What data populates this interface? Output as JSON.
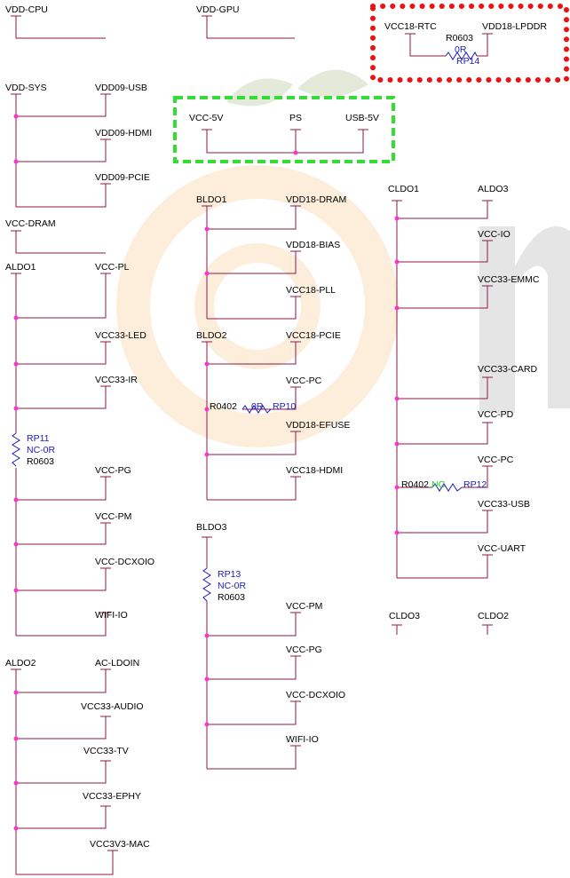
{
  "top": {
    "vdd_cpu": "VDD-CPU",
    "vdd_gpu": "VDD-GPU"
  },
  "rtc_box": {
    "vcc18_rtc": "VCC18-RTC",
    "r0603": "R0603",
    "r_val": "0R",
    "rp14": "RP14",
    "vdd18_lpddr": "VDD18-LPDDR"
  },
  "power_box": {
    "vcc5v": "VCC-5V",
    "ps": "PS",
    "usb5v": "USB-5V"
  },
  "sys": {
    "vdd_sys": "VDD-SYS",
    "vdd09_usb": "VDD09-USB",
    "vdd09_hdmi": "VDD09-HDMI",
    "vdd09_pcie": "VDD09-PCIE",
    "vcc_dram": "VCC-DRAM"
  },
  "aldo1": {
    "aldo1": "ALDO1",
    "vcc_pl": "VCC-PL",
    "vcc33_led": "VCC33-LED",
    "vcc33_ir": "VCC33-IR",
    "rp11": "RP11",
    "nc0r": "NC-0R",
    "r0603": "R0603",
    "vcc_pg": "VCC-PG",
    "vcc_pm": "VCC-PM",
    "vcc_dcxoio": "VCC-DCXOIO",
    "wifi_io": "WIFI-IO"
  },
  "aldo2": {
    "aldo2": "ALDO2",
    "ac_ldoin": "AC-LDOIN",
    "vcc33_audio": "VCC33-AUDIO",
    "vcc33_tv": "VCC33-TV",
    "vcc33_ephy": "VCC33-EPHY",
    "vcc3v3_mac": "VCC3V3-MAC"
  },
  "bldo1": {
    "bldo1": "BLDO1",
    "vdd18_dram": "VDD18-DRAM",
    "vdd18_bias": "VDD18-BIAS",
    "vcc18_pll": "VCC18-PLL"
  },
  "bldo2": {
    "bldo2": "BLDO2",
    "vcc18_pcie": "VCC18-PCIE",
    "vcc_pc": "VCC-PC",
    "r0402": "R0402",
    "r_val": "0R",
    "rp10": "RP10",
    "vdd18_efuse": "VDD18-EFUSE",
    "vcc18_hdmi": "VCC18-HDMI"
  },
  "bldo3": {
    "bldo3": "BLDO3",
    "rp13": "RP13",
    "nc0r": "NC-0R",
    "r0603": "R0603",
    "vcc_pm": "VCC-PM",
    "vcc_pg": "VCC-PG",
    "vcc_dcxoio": "VCC-DCXOIO",
    "wifi_io": "WIFI-IO"
  },
  "cldo1": {
    "cldo1": "CLDO1",
    "aldo3": "ALDO3",
    "vcc_io": "VCC-IO",
    "vcc33_emmc": "VCC33-EMMC",
    "vcc33_card": "VCC33-CARD",
    "vcc_pd": "VCC-PD",
    "vcc_pc": "VCC-PC",
    "r0402": "R0402",
    "nc": "NC",
    "rp12": "RP12",
    "vcc33_usb": "VCC33-USB",
    "vcc_uart": "VCC-UART"
  },
  "cldo3": {
    "cldo3": "CLDO3",
    "cldo2": "CLDO2"
  },
  "colors": {
    "wire": "#8b1a4a",
    "junction": "#ff33cc",
    "resistor": "#1c1cb8",
    "box_red": "#ee1111",
    "box_green": "#33dd33"
  }
}
